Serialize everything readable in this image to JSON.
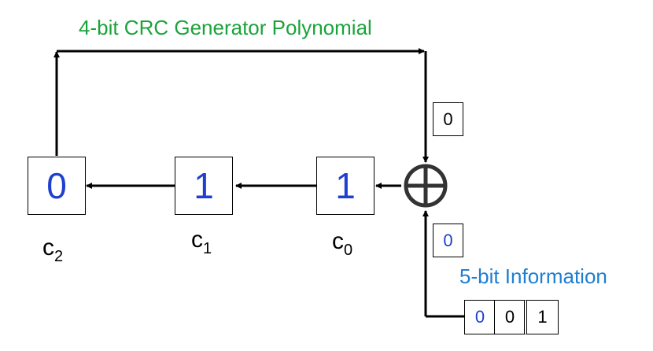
{
  "title": "4-bit CRC Generator Polynomial",
  "info_label": "5-bit Information",
  "registers": [
    {
      "name": "c",
      "index": "2",
      "value": "0"
    },
    {
      "name": "c",
      "index": "1",
      "value": "1"
    },
    {
      "name": "c",
      "index": "0",
      "value": "1"
    }
  ],
  "feedback_bit": "0",
  "input_bit": "0",
  "information_bits": [
    "0",
    "0",
    "1"
  ],
  "colors": {
    "title": "#1aa33a",
    "info_label": "#1f7ed0",
    "register_value": "#1f3fd0",
    "bit_blue": "#1f3fd0",
    "line": "#000000"
  },
  "icons": {
    "xor": "circled-plus-xor-icon"
  }
}
